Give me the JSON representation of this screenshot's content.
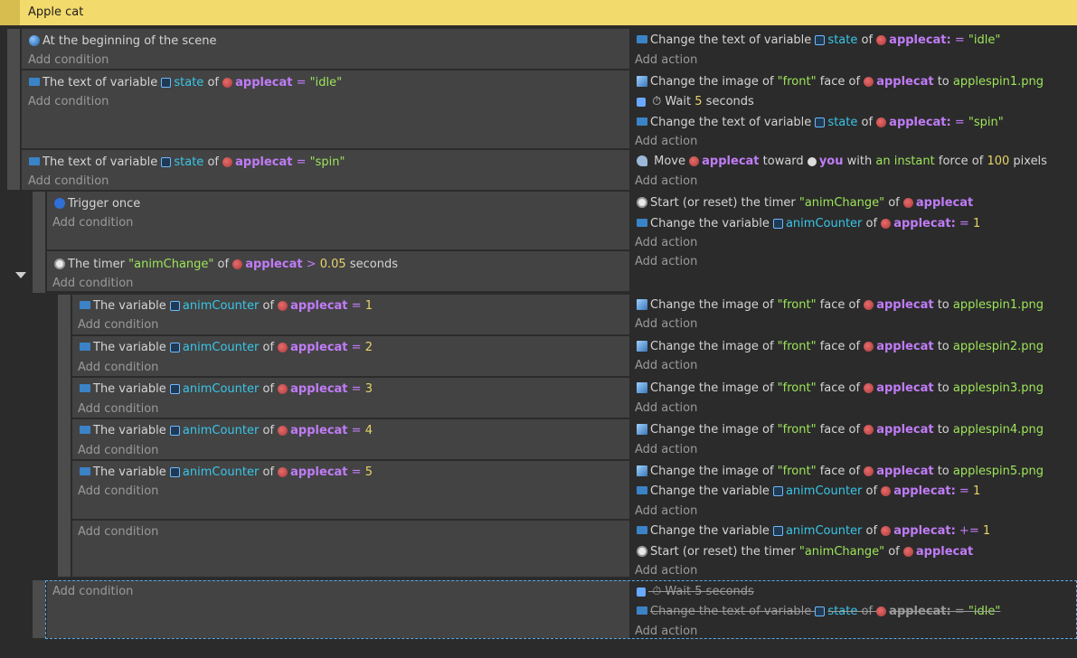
{
  "group": {
    "title": "Apple cat"
  },
  "object": "applecat",
  "labels": {
    "add_condition": "Add condition",
    "add_action": "Add action"
  },
  "events": [
    {
      "id": "e1",
      "conditions": [
        {
          "text": "At the beginning of the scene"
        }
      ],
      "actions": [
        {
          "pre": "Change the text of variable",
          "var": "state",
          "mid": "of",
          "obj": "applecat:",
          "op": "=",
          "val": "\"idle\""
        }
      ]
    },
    {
      "id": "e2",
      "conditions": [
        {
          "pre": "The text of variable",
          "var": "state",
          "mid": "of",
          "obj": "applecat",
          "op": "=",
          "val": "\"idle\""
        }
      ],
      "actions": [
        {
          "pre": "Change the image of",
          "val": "\"front\"",
          "mid": "face of",
          "obj": "applecat",
          "to": "to",
          "file": "applespin1.png"
        },
        {
          "pre": "Wait",
          "num": "5",
          "post": "seconds"
        },
        {
          "pre": "Change the text of variable",
          "var": "state",
          "mid": "of",
          "obj": "applecat:",
          "op": "=",
          "val": "\"spin\""
        }
      ]
    },
    {
      "id": "e3",
      "conditions": [
        {
          "pre": "The text of variable",
          "var": "state",
          "mid": "of",
          "obj": "applecat",
          "op": "=",
          "val": "\"spin\""
        }
      ],
      "actions": [
        {
          "pre": "Move",
          "obj": "applecat",
          "mid": "toward",
          "target": "you",
          "with": "with",
          "force": "an instant",
          "force_of": "force of",
          "num": "100",
          "post": "pixels"
        }
      ]
    },
    {
      "id": "e4",
      "conditions": [
        {
          "text": "Trigger once"
        }
      ],
      "actions": [
        {
          "pre": "Start (or reset) the timer",
          "val": "\"animChange\"",
          "mid": "of",
          "obj": "applecat"
        },
        {
          "pre": "Change the variable",
          "var": "animCounter",
          "mid": "of",
          "obj": "applecat:",
          "op": "=",
          "num": "1"
        }
      ]
    },
    {
      "id": "e5",
      "conditions": [
        {
          "pre": "The timer",
          "val": "\"animChange\"",
          "mid": "of",
          "obj": "applecat",
          "op": ">",
          "num": "0.05",
          "post": "seconds"
        }
      ],
      "actions": []
    },
    {
      "id": "e6",
      "conditions": [
        {
          "pre": "The variable",
          "var": "animCounter",
          "mid": "of",
          "obj": "applecat",
          "op": "=",
          "num": "1"
        }
      ],
      "actions": [
        {
          "pre": "Change the image of",
          "val": "\"front\"",
          "mid": "face of",
          "obj": "applecat",
          "to": "to",
          "file": "applespin1.png"
        }
      ]
    },
    {
      "id": "e7",
      "conditions": [
        {
          "pre": "The variable",
          "var": "animCounter",
          "mid": "of",
          "obj": "applecat",
          "op": "=",
          "num": "2"
        }
      ],
      "actions": [
        {
          "pre": "Change the image of",
          "val": "\"front\"",
          "mid": "face of",
          "obj": "applecat",
          "to": "to",
          "file": "applespin2.png"
        }
      ]
    },
    {
      "id": "e8",
      "conditions": [
        {
          "pre": "The variable",
          "var": "animCounter",
          "mid": "of",
          "obj": "applecat",
          "op": "=",
          "num": "3"
        }
      ],
      "actions": [
        {
          "pre": "Change the image of",
          "val": "\"front\"",
          "mid": "face of",
          "obj": "applecat",
          "to": "to",
          "file": "applespin3.png"
        }
      ]
    },
    {
      "id": "e9",
      "conditions": [
        {
          "pre": "The variable",
          "var": "animCounter",
          "mid": "of",
          "obj": "applecat",
          "op": "=",
          "num": "4"
        }
      ],
      "actions": [
        {
          "pre": "Change the image of",
          "val": "\"front\"",
          "mid": "face of",
          "obj": "applecat",
          "to": "to",
          "file": "applespin4.png"
        }
      ]
    },
    {
      "id": "e10",
      "conditions": [
        {
          "pre": "The variable",
          "var": "animCounter",
          "mid": "of",
          "obj": "applecat",
          "op": "=",
          "num": "5"
        }
      ],
      "actions": [
        {
          "pre": "Change the image of",
          "val": "\"front\"",
          "mid": "face of",
          "obj": "applecat",
          "to": "to",
          "file": "applespin5.png"
        },
        {
          "pre": "Change the variable",
          "var": "animCounter",
          "mid": "of",
          "obj": "applecat:",
          "op": "=",
          "num": "1"
        }
      ]
    },
    {
      "id": "e11",
      "conditions": [],
      "actions": [
        {
          "pre": "Change the variable",
          "var": "animCounter",
          "mid": "of",
          "obj": "applecat:",
          "op": "+=",
          "num": "1"
        },
        {
          "pre": "Start (or reset) the timer",
          "val": "\"animChange\"",
          "mid": "of",
          "obj": "applecat"
        }
      ]
    },
    {
      "id": "e12",
      "disabled": true,
      "conditions": [],
      "actions": [
        {
          "pre": "Wait",
          "num": "5",
          "post": "seconds"
        },
        {
          "pre": "Change the text of variable",
          "var": "state",
          "mid": "of",
          "obj": "applecat:",
          "op": "=",
          "val": "\"idle\""
        }
      ]
    }
  ],
  "icons": {
    "scene": "scene-start-icon",
    "variable": "variable-icon",
    "object": "applecat-sprite-icon",
    "trigger": "trigger-once-icon",
    "timer": "timer-icon",
    "image": "cube-image-icon",
    "wait": "wait-icon",
    "move": "move-icon",
    "collapse": "collapse-arrow-icon"
  },
  "colors": {
    "header": "#f3da6c",
    "object_name": "#c07cf7",
    "variable_name": "#38c6e8",
    "string_value": "#9ee55a",
    "number_value": "#e7d36a",
    "selection": "#5aa9e6"
  }
}
